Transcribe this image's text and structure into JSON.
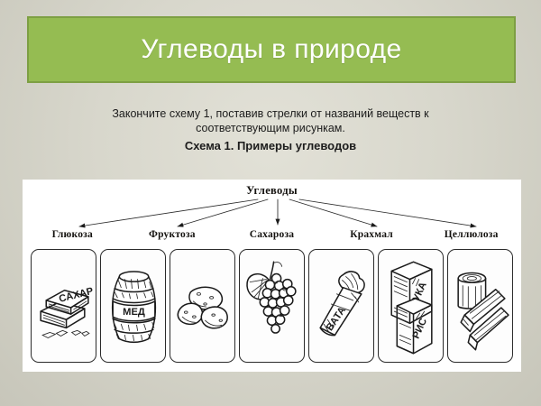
{
  "slide": {
    "background_color": "#d8d7cc",
    "title": {
      "text": "Углеводы в природе",
      "background_color": "#95bc52",
      "border_color": "#7d9f43",
      "text_color": "#ffffff"
    },
    "instructions": {
      "line1": "Закончите схему 1, поставив стрелки от названий веществ к",
      "line2": "соответствующим рисункам.",
      "line3": "Схема 1. Примеры углеводов"
    }
  },
  "diagram": {
    "root_label": "Углеводы",
    "branches": [
      {
        "label": "Глюкоза"
      },
      {
        "label": "Фруктоза"
      },
      {
        "label": "Сахароза"
      },
      {
        "label": "Крахмал"
      },
      {
        "label": "Целлюлоза"
      }
    ],
    "cards": [
      {
        "name": "sugar-pack-card",
        "icon": "sugar-pack-icon",
        "pack_text": "САХАР"
      },
      {
        "name": "honey-barrel-card",
        "icon": "honey-barrel-icon",
        "pack_text": "МЕД"
      },
      {
        "name": "potatoes-card",
        "icon": "potatoes-icon",
        "pack_text": ""
      },
      {
        "name": "grapes-card",
        "icon": "grapes-icon",
        "pack_text": ""
      },
      {
        "name": "cotton-wool-card",
        "icon": "cotton-wool-icon",
        "pack_text": "ВАТА"
      },
      {
        "name": "flour-rice-card",
        "icon": "flour-rice-icon",
        "pack_text": "МУКА",
        "pack_text2": "РИС"
      },
      {
        "name": "wood-logs-card",
        "icon": "wood-logs-icon",
        "pack_text": ""
      }
    ]
  }
}
